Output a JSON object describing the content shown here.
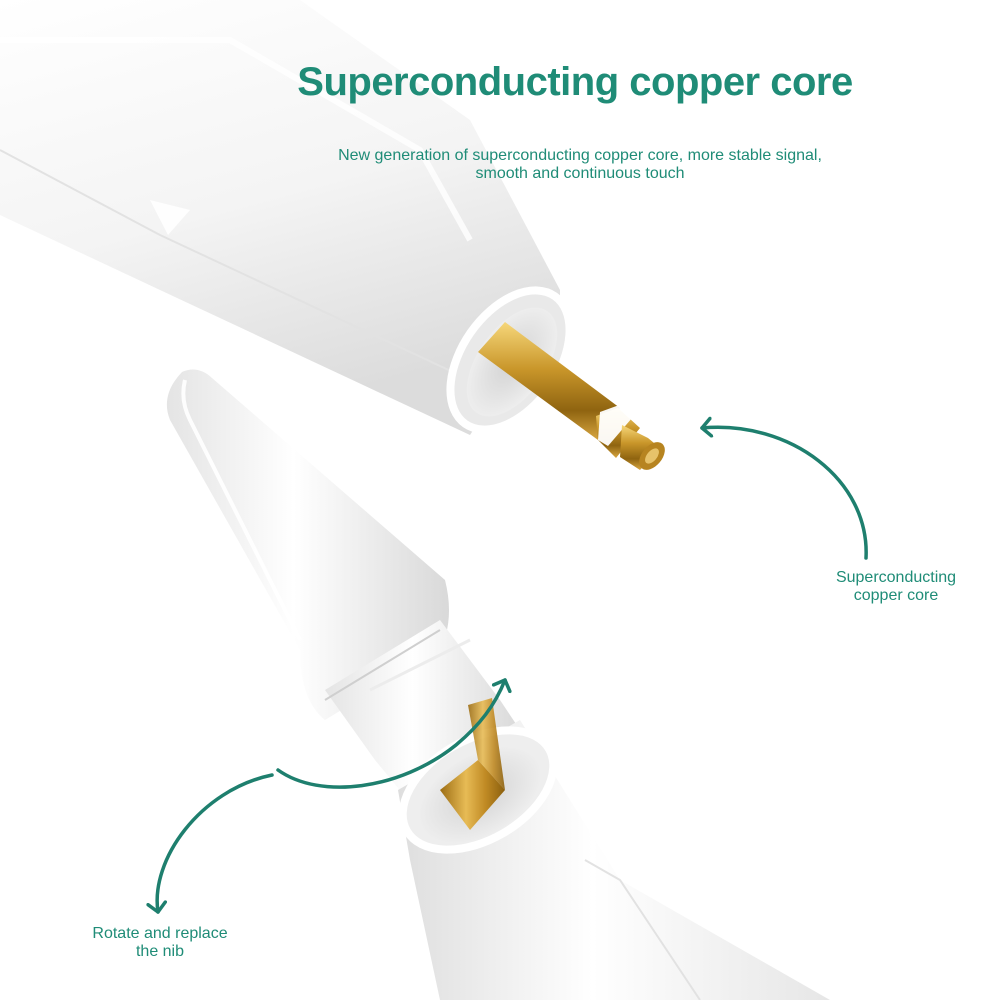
{
  "colors": {
    "accent": "#1f8c77",
    "arrow": "#1e7f6e",
    "copper": "#c9962a",
    "body": "#f7f7f7"
  },
  "header": {
    "title": "Superconducting copper core",
    "subtitle_line1": "New generation of superconducting copper core, more stable signal,",
    "subtitle_line2": "smooth and continuous touch"
  },
  "callouts": {
    "copper_core": {
      "line1": "Superconducting",
      "line2": "copper core"
    },
    "nib": {
      "line1": "Rotate and replace",
      "line2": "the nib"
    }
  }
}
